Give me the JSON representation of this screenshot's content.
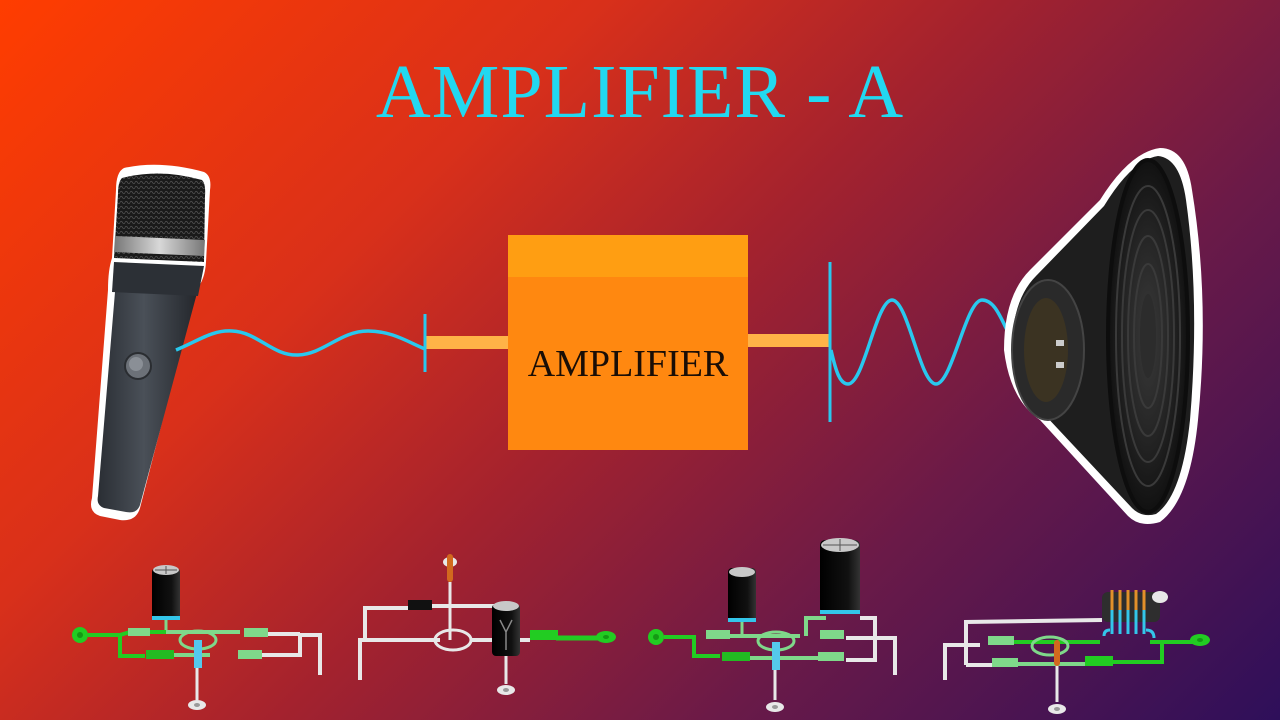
{
  "title": "AMPLIFIER - A",
  "amplifier": {
    "label": "AMPLIFIER",
    "colors": {
      "top": "#ff9e12",
      "face": "#ff8810",
      "text": "#1a0e06"
    }
  },
  "input": {
    "device": "microphone",
    "signal": "small-amplitude sine wave"
  },
  "output": {
    "device": "loudspeaker",
    "signal": "large-amplitude sine wave"
  },
  "colors": {
    "title": "#22d8f0",
    "wave": "#29c8ee",
    "connector": "#ffb347",
    "background_start": "#ff3d00",
    "background_end": "#2e0f5a",
    "pcb_green": "#22cc22",
    "pcb_light_green": "#7fd88a",
    "pcb_white": "#e8e8e8",
    "capacitor": "#0a0a0a",
    "capacitor_band": "#33c6ea",
    "coil_copper": "#e2902a"
  },
  "circuits": [
    {
      "id": "circuit-1",
      "components": [
        "capacitor",
        "transistor",
        "pcb-traces"
      ]
    },
    {
      "id": "circuit-2",
      "components": [
        "resistor",
        "diode",
        "capacitor",
        "transistor",
        "pcb-traces"
      ]
    },
    {
      "id": "circuit-3",
      "components": [
        "capacitor",
        "large-capacitor",
        "transistor",
        "pcb-traces"
      ]
    },
    {
      "id": "circuit-4",
      "components": [
        "inductor-coil",
        "transistor",
        "resistor",
        "pcb-traces"
      ]
    }
  ]
}
